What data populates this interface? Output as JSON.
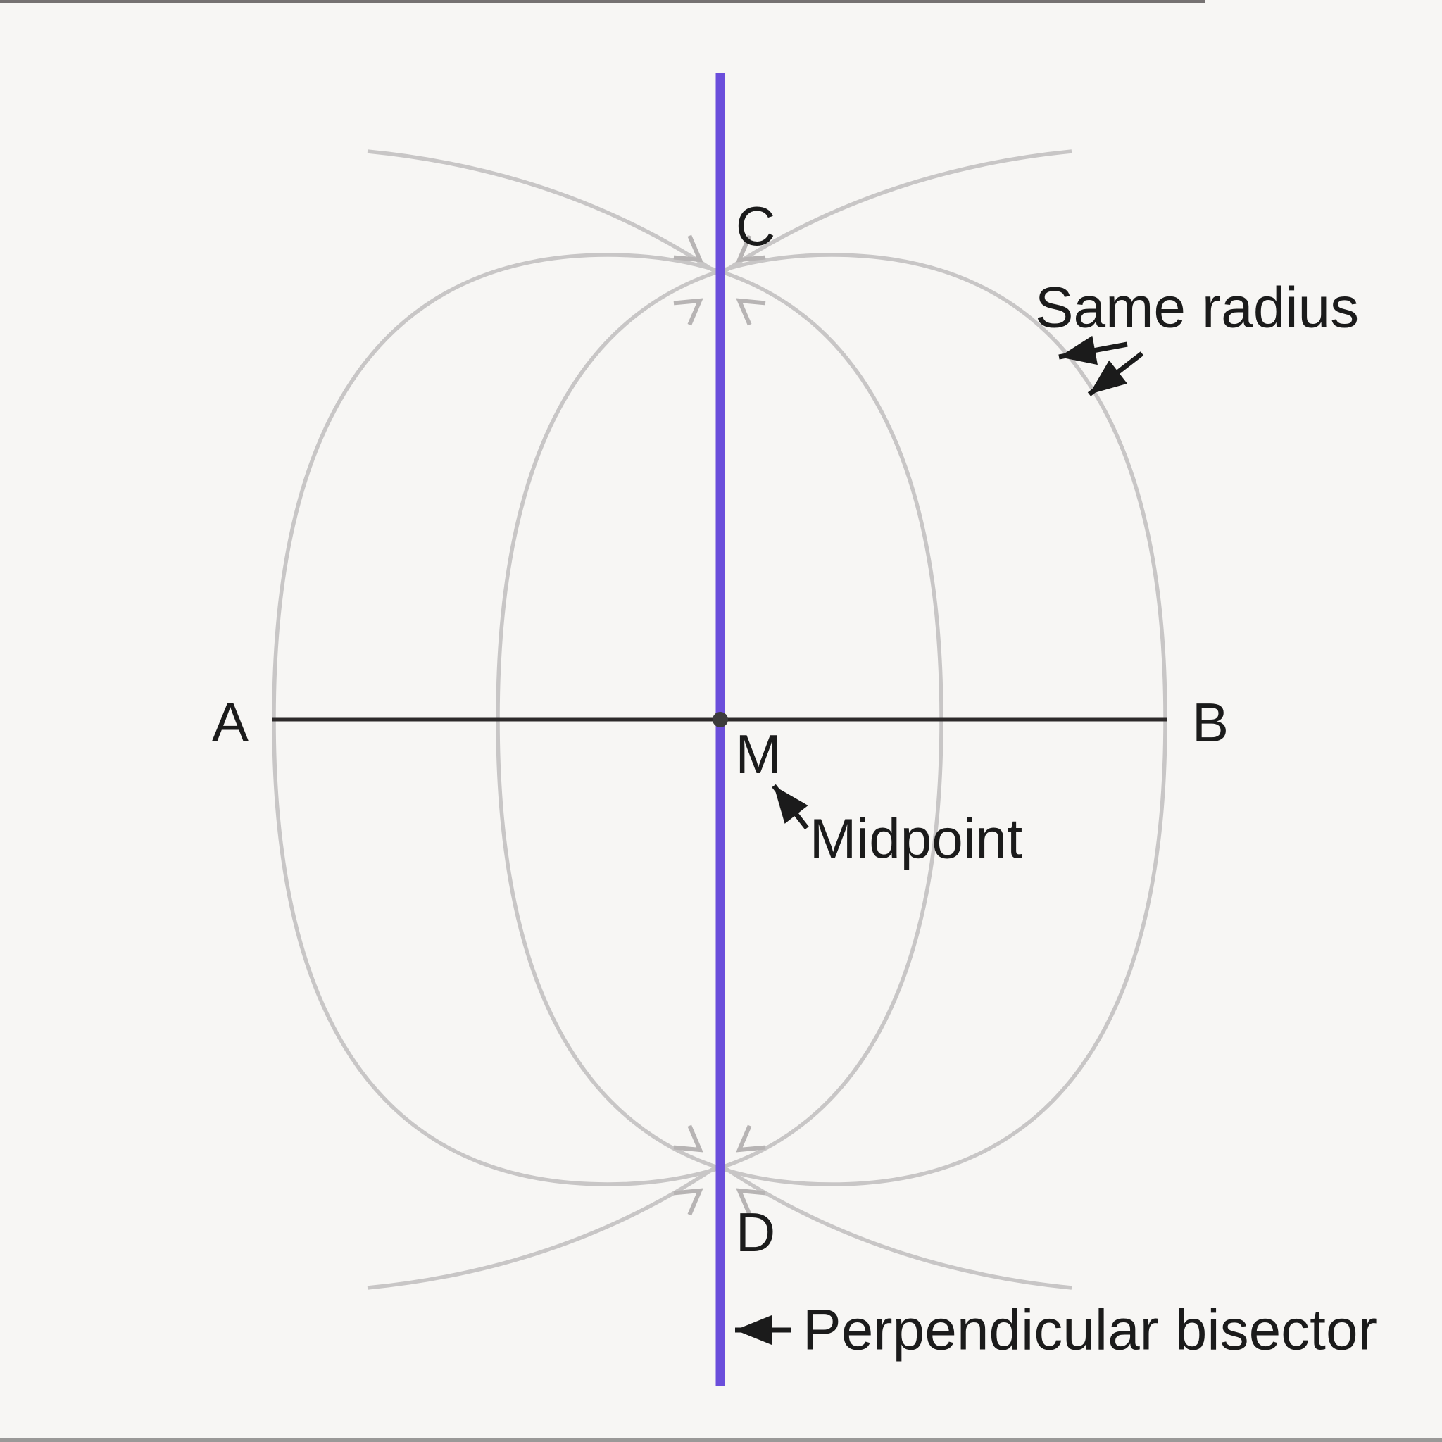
{
  "diagram": {
    "type": "geometric-construction",
    "subject": "Perpendicular bisector of segment AB constructed with equal compass arcs",
    "points": {
      "A": {
        "label": "A",
        "role": "left endpoint of segment"
      },
      "B": {
        "label": "B",
        "role": "right endpoint of segment"
      },
      "C": {
        "label": "C",
        "role": "upper intersection of arcs"
      },
      "D": {
        "label": "D",
        "role": "lower intersection of arcs"
      },
      "M": {
        "label": "M",
        "role": "midpoint of segment AB"
      }
    },
    "annotations": {
      "same_radius": "Same radius",
      "midpoint": "Midpoint",
      "perpendicular_bisector": "Perpendicular bisector"
    },
    "colors": {
      "background": "#F7F6F4",
      "arc": "#C8C6C6",
      "chevron": "#B7B4B4",
      "bisector": "#6B4EDB",
      "segment": "#2D2A2A",
      "midpoint_dot": "#3C3C3C",
      "text": "#1B1B1B"
    }
  }
}
